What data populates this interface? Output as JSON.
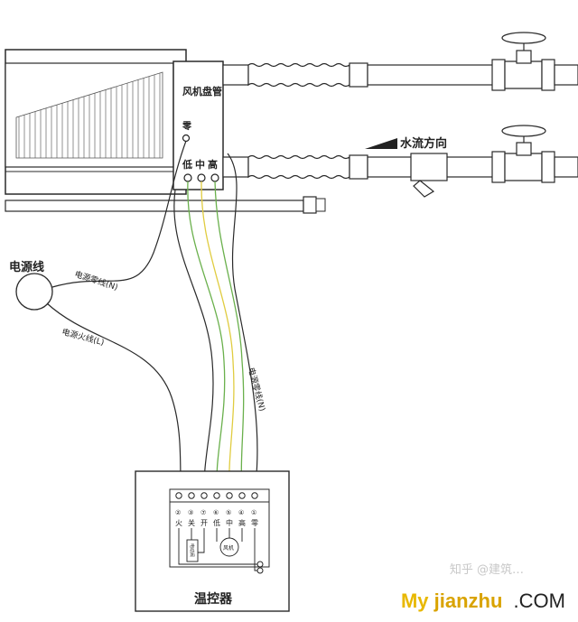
{
  "labels": {
    "fan_coil": "风机盘管",
    "neutral": "零",
    "low": "低",
    "mid": "中",
    "high": "高",
    "water_flow": "水流方向",
    "power_line": "电源线",
    "power_neutral": "电源零线(N)",
    "power_live": "电源火线(L)",
    "power_neutral_2": "电源零线(N)",
    "thermostat": "温控器",
    "fan": "风机",
    "valve": "电动阀"
  },
  "terminals": {
    "numbers": [
      "②",
      "③",
      "⑦",
      "⑥",
      "⑤",
      "④",
      "①"
    ],
    "names": [
      "火",
      "关",
      "开",
      "低",
      "中",
      "高",
      "零"
    ]
  },
  "watermark": {
    "my": "My",
    "jianzhu": "jianzhu",
    "com": ".COM",
    "faint": "知乎 @建筑…"
  },
  "colors": {
    "line": "#2a2a2a",
    "green_wire": "#6ab04c",
    "yellow_wire": "#e0cc40",
    "accent_yellow": "#e8b800"
  }
}
